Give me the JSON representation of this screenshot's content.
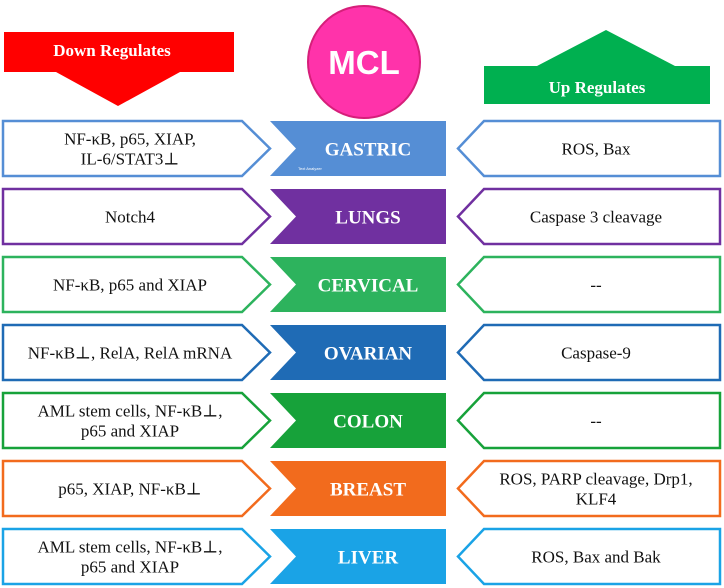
{
  "header": {
    "down_label": "Down Regulates",
    "up_label": "Up Regulates",
    "center_label": "MCL",
    "down_color": "#ff0000",
    "up_color": "#00b050",
    "center_fill": "#ff33aa"
  },
  "rows": [
    {
      "name": "GASTRIC",
      "color": "#558ed5",
      "down": [
        "NF-κB, p65, XIAP,",
        "IL-6/STAT3⊥"
      ],
      "up": [
        "ROS, Bax"
      ],
      "fine_print": "Text Analyzer"
    },
    {
      "name": "LUNGS",
      "color": "#7030a0",
      "down": [
        "Notch4"
      ],
      "up": [
        "Caspase 3 cleavage"
      ]
    },
    {
      "name": "CERVICAL",
      "color": "#2db35d",
      "down": [
        "NF-κB, p65 and XIAP"
      ],
      "up": [
        "--"
      ]
    },
    {
      "name": "OVARIAN",
      "color": "#1f6bb5",
      "down": [
        "NF-κB⊥, RelA,  RelA mRNA"
      ],
      "up": [
        "Caspase-9"
      ]
    },
    {
      "name": "COLON",
      "color": "#17a23a",
      "down": [
        "AML stem cells, NF-κB⊥,",
        "p65 and XIAP"
      ],
      "up": [
        "--"
      ]
    },
    {
      "name": "BREAST",
      "color": "#f26b1d",
      "down": [
        "p65, XIAP, NF-κB⊥"
      ],
      "up": [
        "ROS, PARP cleavage, Drp1,",
        "KLF4"
      ]
    },
    {
      "name": "LIVER",
      "color": "#1aa3e6",
      "down": [
        "AML stem cells, NF-κB⊥,",
        "p65 and XIAP"
      ],
      "up": [
        "ROS, Bax and Bak"
      ]
    }
  ]
}
